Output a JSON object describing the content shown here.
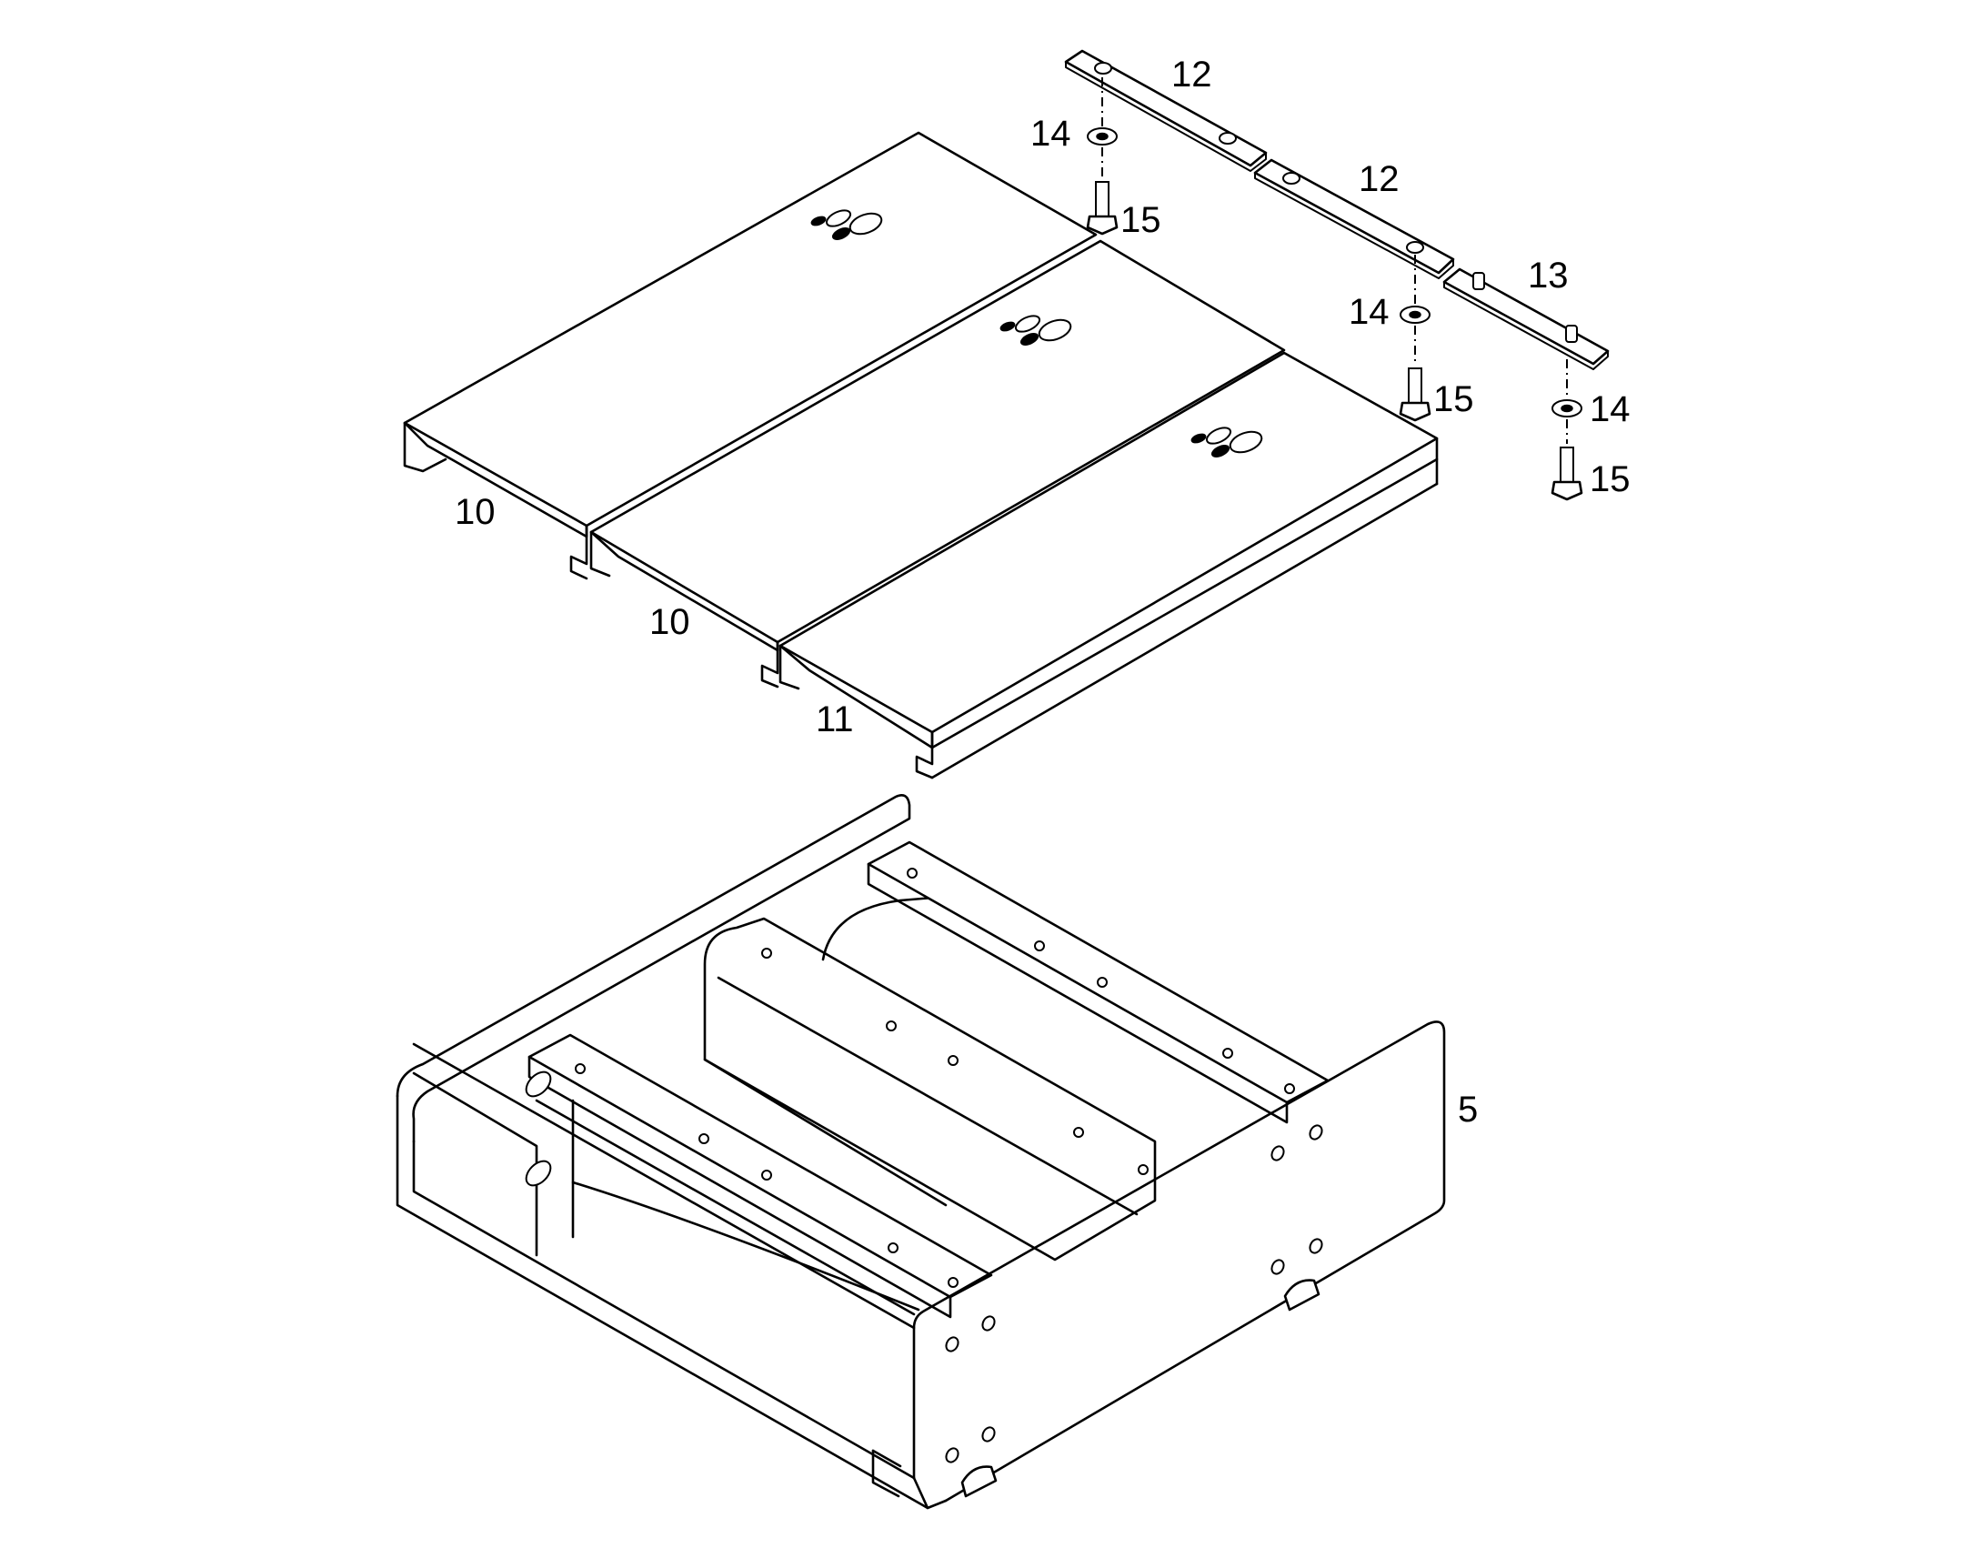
{
  "callouts": {
    "part_5": "5",
    "part_10_a": "10",
    "part_10_b": "10",
    "part_11": "11",
    "part_12_a": "12",
    "part_12_b": "12",
    "part_13": "13",
    "part_14_a": "14",
    "part_14_b": "14",
    "part_14_c": "14",
    "part_15_a": "15",
    "part_15_b": "15",
    "part_15_c": "15"
  },
  "colors": {
    "line": "#000000",
    "background": "#ffffff"
  }
}
